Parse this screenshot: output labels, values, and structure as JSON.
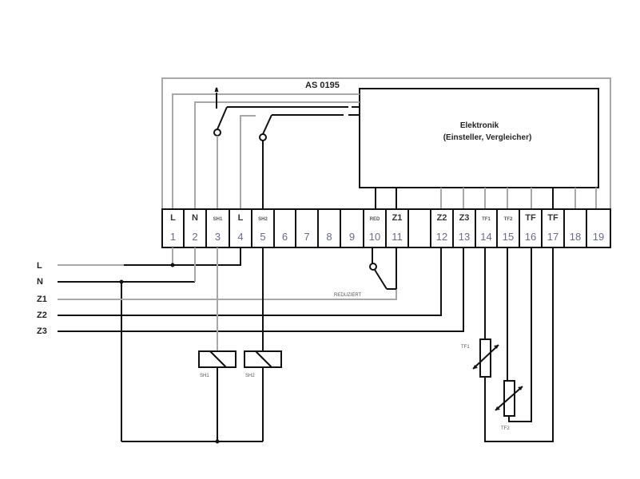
{
  "device": {
    "title": "AS 0195",
    "electronics_title": "Elektronik",
    "electronics_subtitle": "(Einsteller, Vergleicher)"
  },
  "terminals": [
    {
      "number": "1",
      "label": "L"
    },
    {
      "number": "2",
      "label": "N"
    },
    {
      "number": "3",
      "label": "SH1"
    },
    {
      "number": "4",
      "label": "L"
    },
    {
      "number": "5",
      "label": "SH2"
    },
    {
      "number": "6",
      "label": ""
    },
    {
      "number": "7",
      "label": ""
    },
    {
      "number": "8",
      "label": ""
    },
    {
      "number": "9",
      "label": ""
    },
    {
      "number": "10",
      "label": "RED"
    },
    {
      "number": "11",
      "label": "Z1"
    },
    {
      "number": "",
      "label": ""
    },
    {
      "number": "12",
      "label": "Z2"
    },
    {
      "number": "13",
      "label": "Z3"
    },
    {
      "number": "14",
      "label": "TF1"
    },
    {
      "number": "15",
      "label": "TF2"
    },
    {
      "number": "16",
      "label": "TF"
    },
    {
      "number": "17",
      "label": "TF"
    },
    {
      "number": "18",
      "label": ""
    },
    {
      "number": "19",
      "label": ""
    }
  ],
  "supply_lines": [
    "L",
    "N",
    "Z1",
    "Z2",
    "Z3"
  ],
  "components": {
    "reduced_switch_label": "REDUZIERT",
    "relay_1_label": "SH1",
    "relay_2_label": "SH2",
    "sensor_1_label": "TF1",
    "sensor_2_label": "TF2"
  }
}
